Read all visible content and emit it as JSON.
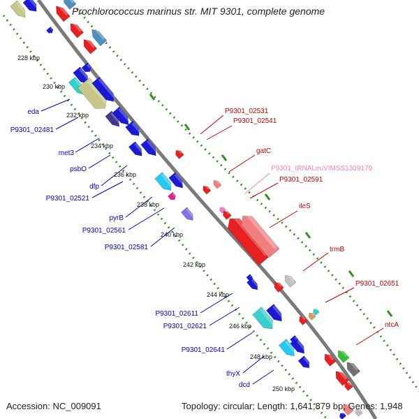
{
  "title": "Prochlorococcus marinus str. MIT 9301, complete genome",
  "footer": {
    "accession": "Accession: NC_009091",
    "stats": "Topology: circular; Length: 1,641,879 bp; Genes: 1,948"
  },
  "colors": {
    "backbone": "#7a7a7a",
    "dotted_track": "#2f8f1f",
    "plus_label": "#0000cc",
    "minus_label": "#cc0000",
    "trna_label": "#ff7fbf"
  },
  "ticks": [
    "228 kbp",
    "230 kbp",
    "232 kbp",
    "234 kbp",
    "236 kbp",
    "238 kbp",
    "240 kbp",
    "242 kbp",
    "244 kbp",
    "246 kbp",
    "248 kbp",
    "250 kbp"
  ],
  "plus_labels": [
    "eda",
    "P9301_02481",
    "met3",
    "psbO",
    "dfp",
    "P9301_02521",
    "pyrB",
    "P9301_02561",
    "P9301_02581",
    "P9301_02611",
    "P9301_02621",
    "P9301_02641",
    "thyX",
    "dcd"
  ],
  "minus_labels": [
    "P9301_02531",
    "P9301_02541",
    "gatC",
    "P9301_02591",
    "ileS",
    "trmB",
    "P9301_02651",
    "ntcA"
  ],
  "trna_labels": [
    "P9301_tRNALeuVIMSS1309179"
  ]
}
